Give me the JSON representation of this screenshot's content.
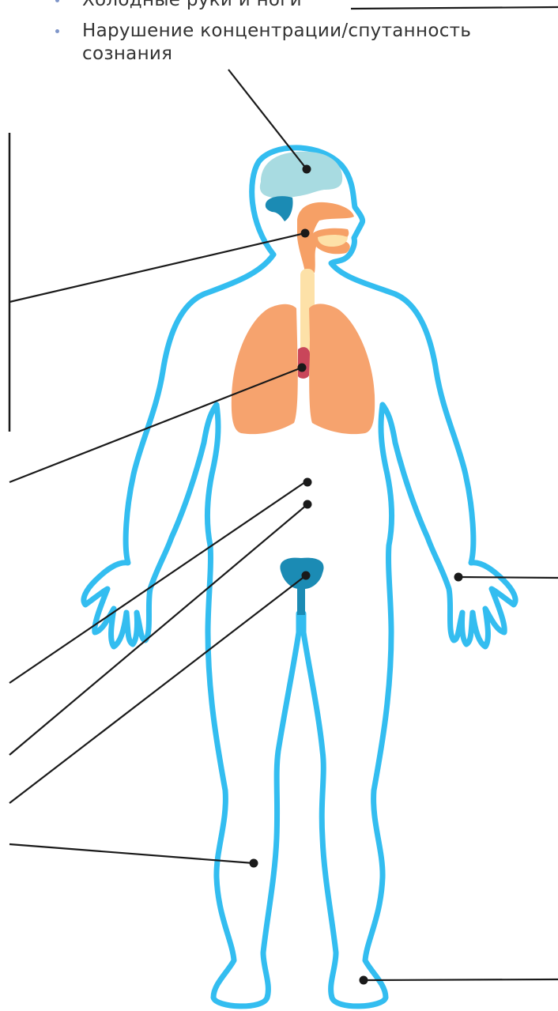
{
  "bullets": [
    {
      "text": "Холодные руки и ноги"
    },
    {
      "text": "Нарушение концентрации/спутанность сознания"
    }
  ],
  "colors": {
    "outline": "#33bdf0",
    "brain": "#a8dbe1",
    "cerebellum": "#1b8bb4",
    "airway": "#f6a066",
    "mouth_inner": "#fde1a8",
    "trachea": "#fde1a8",
    "lungs": "#f6a36e",
    "heart": "#c9465a",
    "bladder": "#1b8bb4",
    "leader_line": "#1a1a1a",
    "bullet_text": "#333333",
    "bullet_marker": "#7f96c9"
  },
  "organs": [
    "brain",
    "cerebellum",
    "airway",
    "trachea",
    "lungs",
    "heart",
    "bladder"
  ]
}
